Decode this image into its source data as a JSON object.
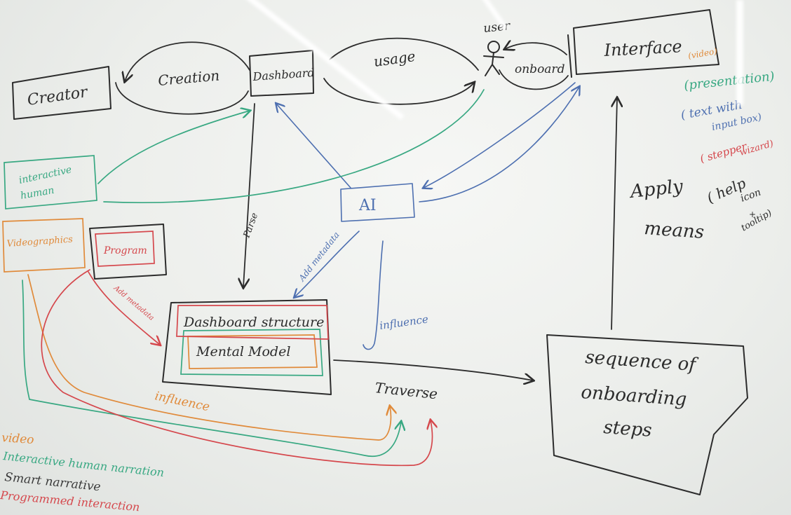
{
  "colors": {
    "ink": "#2c2c2c",
    "blue": "#4d6fb0",
    "green": "#38a882",
    "orange": "#e08a3a",
    "red": "#d5474c"
  },
  "nodes": {
    "creator": "Creator",
    "creation": "Creation",
    "dashboard": "Dashboard",
    "usage": "usage",
    "user": "user",
    "onboard": "onboard",
    "interface": "Interface",
    "interactive_human_line1": "interactive",
    "interactive_human_line2": "human",
    "ai": "AI",
    "videographics": "Videographics",
    "program": "Program",
    "parse": "Parse",
    "add_metadata_blue": "Add metadata",
    "add_metadata_orange": "Add metadata",
    "dashboard_structure": "Dashboard structure",
    "mental_model": "Mental Model",
    "influence_blue": "influence",
    "influence_orange": "influence",
    "traverse": "Traverse",
    "sequence_line1": "sequence of",
    "sequence_line2": "onboarding",
    "sequence_line3": "steps",
    "apply_means_line1": "Apply",
    "apply_means_line2": "means"
  },
  "interface_notes": {
    "video": "(video)",
    "presentation": "(presentation)",
    "text_line1": "( text with",
    "text_line2": "input box)",
    "stepper_line1": "( stepper",
    "stepper_line2": "wizard)",
    "help_line1": "( help",
    "help_line2": "icon",
    "help_line3": "+",
    "help_line4": "tooltip)"
  },
  "legend": [
    {
      "text": "video",
      "color": "#e08a3a"
    },
    {
      "text": "Interactive human narration",
      "color": "#38a882"
    },
    {
      "text": "Smart narrative",
      "color": "#3a3a3a"
    },
    {
      "text": "Programmed interaction",
      "color": "#d5474c"
    }
  ]
}
